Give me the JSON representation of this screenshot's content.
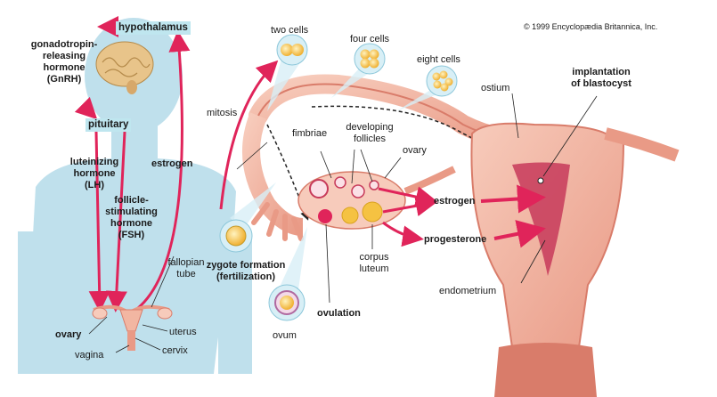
{
  "copyright": "© 1999 Encyclopædia Britannica, Inc.",
  "left_panel": {
    "hypothalamus": "hypothalamus",
    "gnrh": [
      "gonadotropin-",
      "releasing",
      "hormone",
      "(GnRH)"
    ],
    "pituitary": "pituitary",
    "lh": [
      "luteinizing",
      "hormone",
      "(LH)"
    ],
    "fsh": [
      "follicle-",
      "stimulating",
      "hormone",
      "(FSH)"
    ],
    "estrogen": "estrogen",
    "fallopian_tube": [
      "fallopian",
      "tube"
    ],
    "ovary": "ovary",
    "uterus": "uterus",
    "cervix": "cervix",
    "vagina": "vagina"
  },
  "center_panel": {
    "two_cells": "two cells",
    "four_cells": "four cells",
    "eight_cells": "eight cells",
    "mitosis": "mitosis",
    "fimbriae": "fimbriae",
    "developing_follicles": [
      "developing",
      "follicles"
    ],
    "ovary": "ovary",
    "zygote_formation": [
      "zygote formation",
      "(fertilization)"
    ],
    "ovulation": "ovulation",
    "ovum": "ovum",
    "corpus_luteum": [
      "corpus",
      "luteum"
    ],
    "estrogen": "estrogen",
    "progesterone": "progesterone"
  },
  "right_panel": {
    "ostium": "ostium",
    "implantation": [
      "implantation",
      "of blastocyst"
    ],
    "endometrium": "endometrium"
  },
  "colors": {
    "silhouette": "#bfe0ec",
    "tissue": "#f2b6a2",
    "tissue_dark": "#d97c6a",
    "arrow": "#e0245a",
    "cell_yellow": "#f5c242",
    "bubble": "#d8eff6",
    "highlight": "#bfe6ef"
  }
}
